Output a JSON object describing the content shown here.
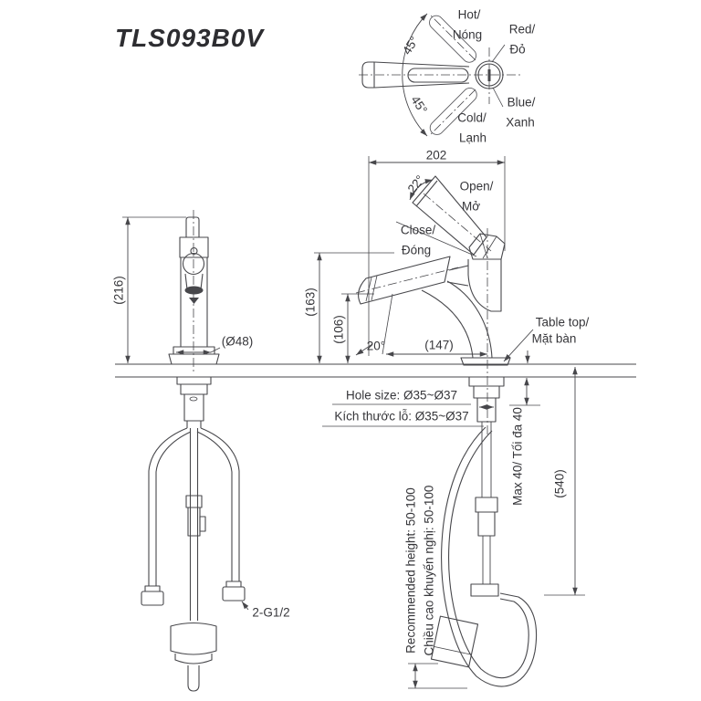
{
  "title": "TLS093B0V",
  "colors": {
    "line": "#47474b",
    "text": "#36363a",
    "title": "#2d2d31",
    "background": "#ffffff"
  },
  "top_view": {
    "hot": [
      "Hot/",
      "Nóng"
    ],
    "red": [
      "Red/",
      "Đỏ"
    ],
    "blue": [
      "Blue/",
      "Xanh"
    ],
    "cold": [
      "Cold/",
      "Lạnh"
    ],
    "angle_upper": "45°",
    "angle_lower": "45°"
  },
  "side_view": {
    "width": "202",
    "handle_angle": "22°",
    "open": [
      "Open/",
      "Mở"
    ],
    "close": [
      "Close/",
      "Đóng"
    ],
    "height_head": "(163)",
    "height_outlet": "(106)",
    "head_angle": "20°",
    "reach": "(147)",
    "table_top": [
      "Table top/",
      "Mặt bàn"
    ],
    "hole_size_en": "Hole size: Ø35~Ø37",
    "hole_size_vi": "Kích thước lỗ: Ø35~Ø37",
    "max_thickness": "Max 40/ Tối đa 40",
    "hose_drop": "(540)",
    "recommended_height_en": "Recommended height: 50-100",
    "recommended_height_vi": "Chiều cao khuyến nghị: 50-100"
  },
  "front_view": {
    "height": "(216)",
    "base_diameter": "(Ø48)",
    "connector": "2-G1/2"
  }
}
